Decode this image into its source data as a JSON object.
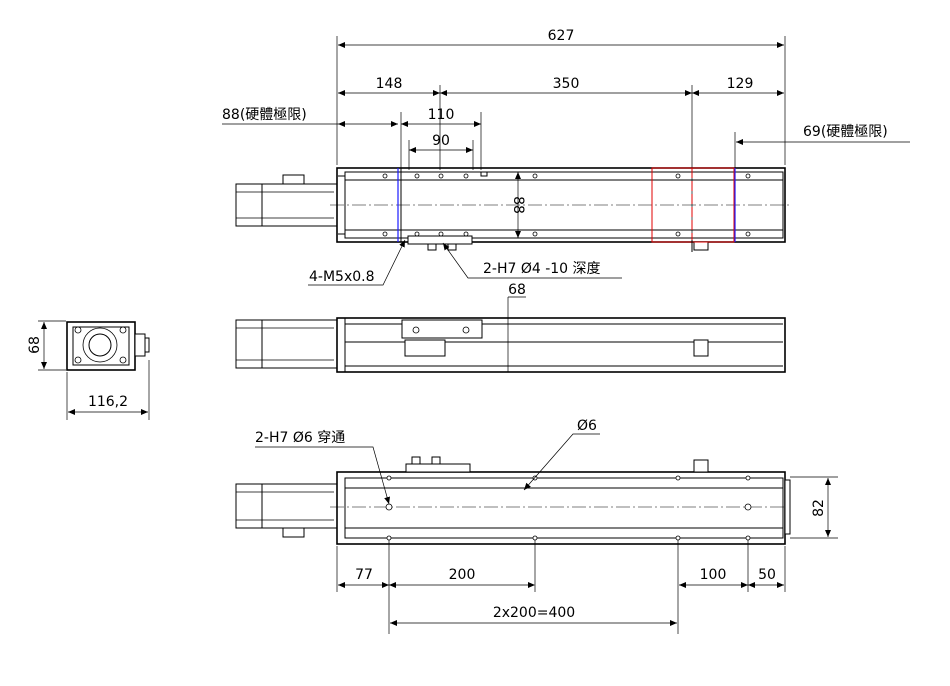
{
  "drawing": {
    "top_view": {
      "total_length": "627",
      "seg_left": "148",
      "seg_mid": "350",
      "seg_right": "129",
      "hard_limit_left": "88(硬體極限)",
      "hard_limit_right": "69(硬體極限)",
      "carriage_span": "110",
      "carriage_inner": "90",
      "width": "88",
      "note_thread": "4-M5x0.8",
      "note_pin": "2-H7 Ø4 -10 深度"
    },
    "side_view": {
      "height": "68"
    },
    "end_view": {
      "height": "68",
      "width": "116,2"
    },
    "bottom_view": {
      "note_pin": "2-H7 Ø6 穿通",
      "hole_dia": "Ø6",
      "height": "82",
      "dim_77": "77",
      "dim_200": "200",
      "dim_100": "100",
      "dim_50": "50",
      "dim_total": "2x200=400"
    }
  }
}
